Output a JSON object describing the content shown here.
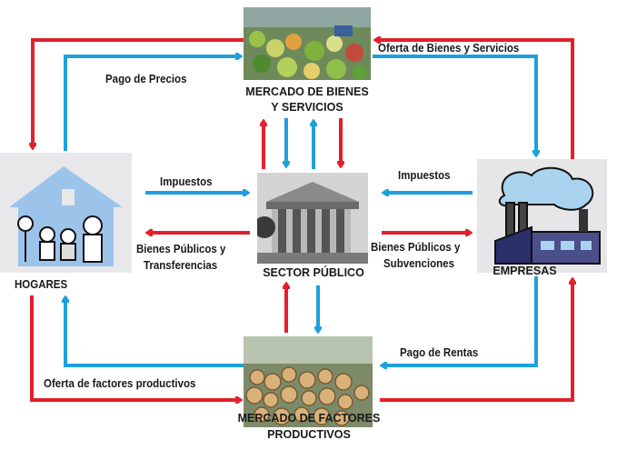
{
  "nodes": {
    "market_goods": {
      "line1": "MERCADO DE BIENES",
      "line2": "Y SERVICIOS",
      "icon": "market-stall-photo"
    },
    "households": {
      "label": "HOGARES",
      "icon": "family-house-clipart"
    },
    "public_sector": {
      "label": "SECTOR PÚBLICO",
      "icon": "parliament-building-photo"
    },
    "firms": {
      "label": "EMPRESAS",
      "icon": "factory-clipart"
    },
    "market_factors": {
      "line1": "MERCADO DE FACTORES",
      "line2": "PRODUCTIVOS",
      "icon": "log-pile-photo"
    }
  },
  "flows": {
    "pago_precios": "Pago de Precios",
    "oferta_bienes": "Oferta de Bienes y Servicios",
    "impuestos_hogares": "Impuestos",
    "impuestos_empresas": "Impuestos",
    "bienes_transferencias": {
      "line1": "Bienes Públicos y",
      "line2": "Transferencias"
    },
    "bienes_subvenciones": {
      "line1": "Bienes Públicos y",
      "line2": "Subvenciones"
    },
    "pago_rentas": "Pago de Rentas",
    "oferta_factores": "Oferta de factores productivos"
  },
  "colors": {
    "real_flow": "#e3202a",
    "money_flow": "#1ea0dc"
  }
}
